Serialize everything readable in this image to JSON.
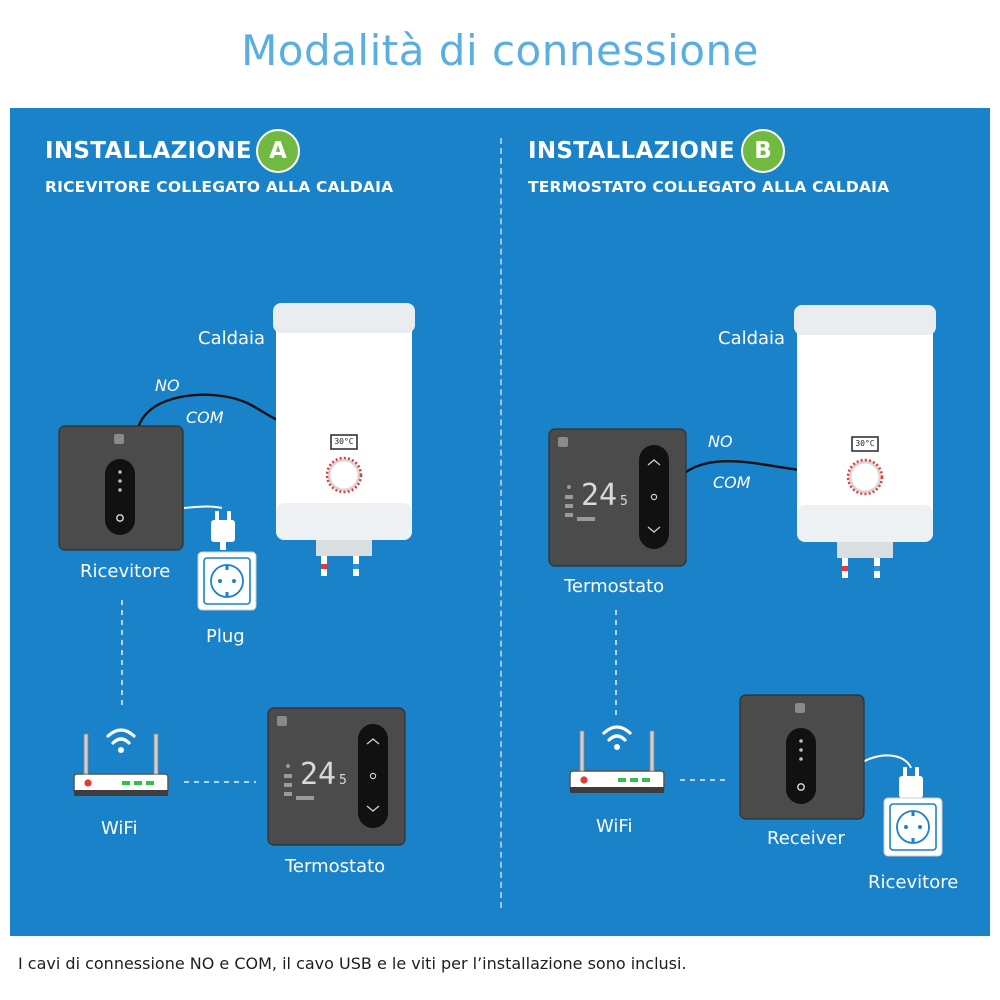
{
  "title": "Modalità di connessione",
  "install_a": {
    "heading": "INSTALLAZIONE",
    "badge": "A",
    "subtitle": "RICEVITORE COLLEGATO ALLA CALDAIA",
    "labels": {
      "boiler": "Caldaia",
      "no": "NO",
      "com": "COM",
      "receiver": "Ricevitore",
      "plug": "Plug",
      "wifi": "WiFi",
      "thermostat": "Termostato"
    },
    "thermostat_display": "24",
    "thermostat_display_small": "5",
    "boiler_display": "30°C"
  },
  "install_b": {
    "heading": "INSTALLAZIONE",
    "badge": "B",
    "subtitle": "TERMOSTATO COLLEGATO ALLA CALDAIA",
    "labels": {
      "boiler": "Caldaia",
      "no": "NO",
      "com": "COM",
      "thermostat": "Termostato",
      "wifi": "WiFi",
      "receiver": "Receiver",
      "plug": "Ricevitore"
    },
    "thermostat_display": "24",
    "thermostat_display_small": "5",
    "boiler_display": "30°C"
  },
  "footer": "I cavi di connessione NO e COM, il cavo USB e le viti per l’installazione sono inclusi.",
  "colors": {
    "panel": "#1a82c9",
    "title": "#5aaee0",
    "badge": "#72b941",
    "device": "#4a4a4a",
    "boiler": "#ffffff"
  }
}
